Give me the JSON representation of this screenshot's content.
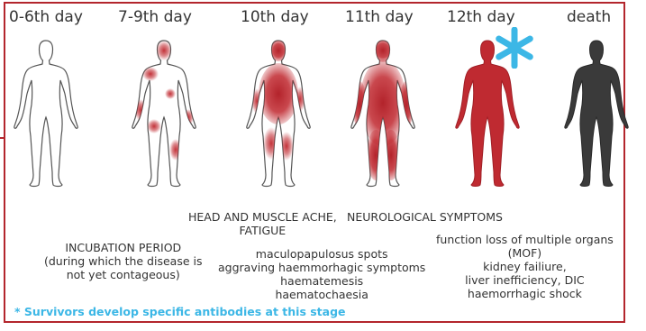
{
  "stages": [
    {
      "label": "0-6th day"
    },
    {
      "label": "7-9th day"
    },
    {
      "label": "10th day"
    },
    {
      "label": "11th day"
    },
    {
      "label": "12th day"
    },
    {
      "label": "death"
    }
  ],
  "icons": {
    "figure": "human-body-icon",
    "star": "asterisk-icon"
  },
  "colors": {
    "frame": "#b3262d",
    "infection": "#c0282f",
    "dead": "#3a3a3a",
    "note": "#3cb7e6"
  },
  "texts": {
    "incubation": {
      "line1": "INCUBATION PERIOD",
      "line2": "(during which the disease is",
      "line3": "not yet contageous)"
    },
    "head_ache": {
      "line1": "HEAD AND MUSCLE ACHE,",
      "line2": "FATIGUE"
    },
    "neuro": "NEUROLOGICAL SYMPTOMS",
    "symptoms": [
      "maculopapulosus spots",
      "aggraving haemmorhagic symptoms",
      "haematemesis",
      "haematochaesia"
    ],
    "mof": [
      "function loss of multiple organs",
      "(MOF)",
      "kidney failiure,",
      "liver inefficiency, DIC",
      "haemorrhagic shock"
    ]
  },
  "note": "* Survivors develop specific antibodies at this stage"
}
